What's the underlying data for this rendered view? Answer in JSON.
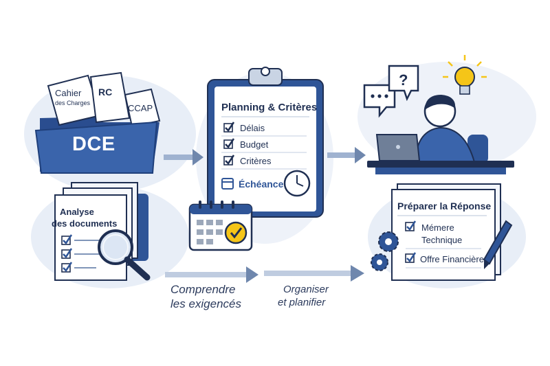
{
  "colors": {
    "primary": "#2f5597",
    "dark": "#1f2f52",
    "light_blue": "#dfe7f3",
    "accent_yellow": "#f5c518",
    "arrow": "#6f87ad"
  },
  "dce": {
    "folder_label": "DCE",
    "documents": {
      "cahier_line1": "Cahier",
      "cahier_line2": "des Charges",
      "rc": "RC",
      "ccap": "CCAP"
    }
  },
  "analyse": {
    "line1": "Analyse",
    "line2": "des documents"
  },
  "planning": {
    "title": "Planning & Critères",
    "items": [
      "Délais",
      "Budget",
      "Critères"
    ],
    "deadline_label": "Échéance"
  },
  "reponse": {
    "title": "Préparer la Réponse",
    "item1_line1": "Mémere",
    "item1_line2": "Technique",
    "item2": "Offre Financière"
  },
  "steps": {
    "comprendre_line1": "Comprendre",
    "comprendre_line2": "les exigencés",
    "organiser_line1": "Organiser",
    "organiser_line2": "et planifier"
  },
  "icons": {
    "speech_bubble": "chat-dots-icon",
    "question": "question-icon",
    "idea": "lightbulb-icon",
    "search": "magnifier-icon",
    "calendar": "calendar-icon",
    "clock": "clock-icon",
    "gears": "gears-icon",
    "pen": "pen-icon",
    "person": "person-laptop-icon"
  }
}
